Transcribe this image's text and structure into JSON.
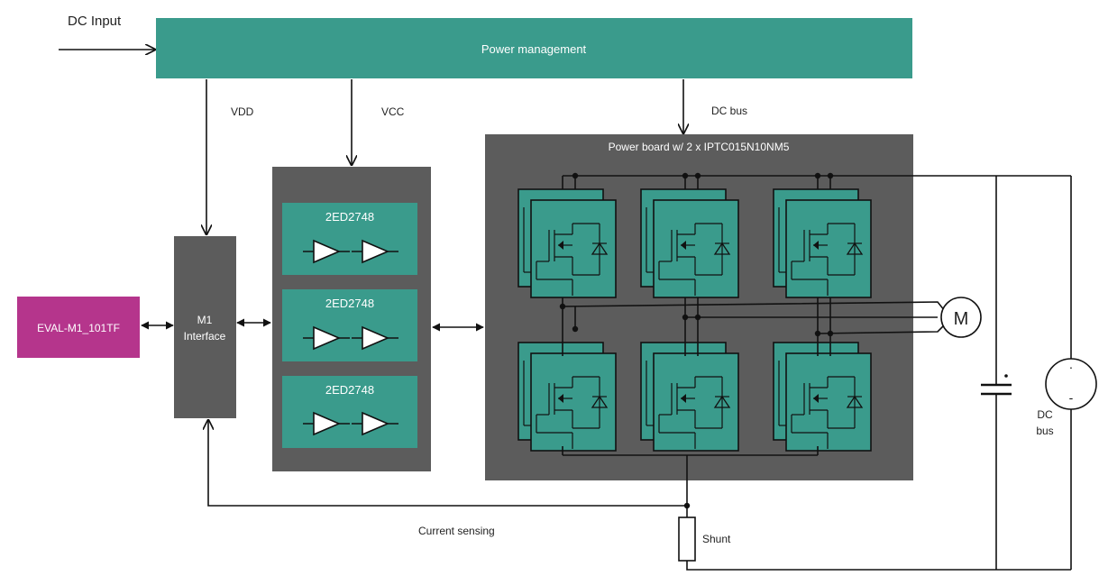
{
  "labels": {
    "dc_input": "DC Input",
    "power_management": "Power management",
    "vdd": "VDD",
    "vcc": "VCC",
    "dc_bus_top": "DC bus",
    "power_board_title": "Power board w/ 2 x  IPTC015N10NM5",
    "eval_board": "EVAL-M1_101TF",
    "m1_line1": "M1",
    "m1_line2": "Interface",
    "driver_1": "2ED2748",
    "driver_2": "2ED2748",
    "driver_3": "2ED2748",
    "motor": "M",
    "dc_bus_side_1": "DC",
    "dc_bus_side_2": "bus",
    "current_sensing": "Current sensing",
    "shunt": "Shunt",
    "source_plus": "·",
    "source_minus": "-"
  },
  "colors": {
    "teal": "#3a9b8c",
    "grey": "#5c5c5c",
    "magenta": "#b5358c",
    "line": "#111111"
  }
}
